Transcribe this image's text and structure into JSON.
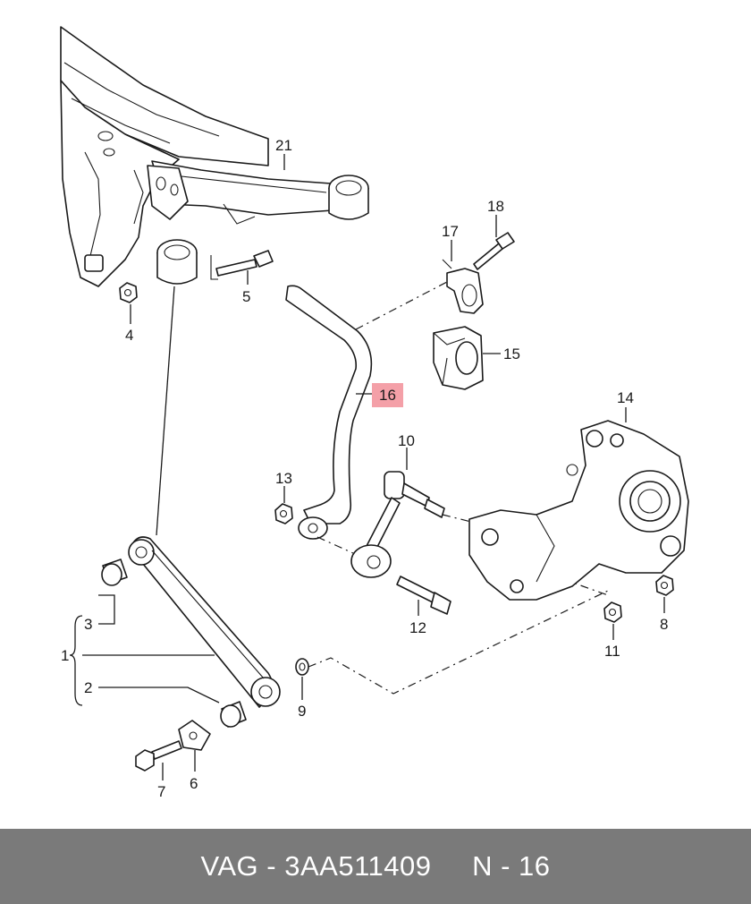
{
  "highlight_color": "#f4a0a8",
  "footer_bg": "#7a7a7a",
  "footer": {
    "brand": "VAG",
    "separator": " - ",
    "part_number": "3AA511409",
    "gap": "     ",
    "page": "N - 16"
  },
  "callouts": {
    "c1": "1",
    "c2": "2",
    "c3": "3",
    "c4": "4",
    "c5": "5",
    "c6": "6",
    "c7": "7",
    "c8": "8",
    "c9": "9",
    "c10": "10",
    "c11": "11",
    "c12": "12",
    "c13": "13",
    "c14": "14",
    "c15": "15",
    "c16": "16",
    "c17": "17",
    "c18": "18",
    "c21": "21"
  },
  "highlighted_part": "16"
}
